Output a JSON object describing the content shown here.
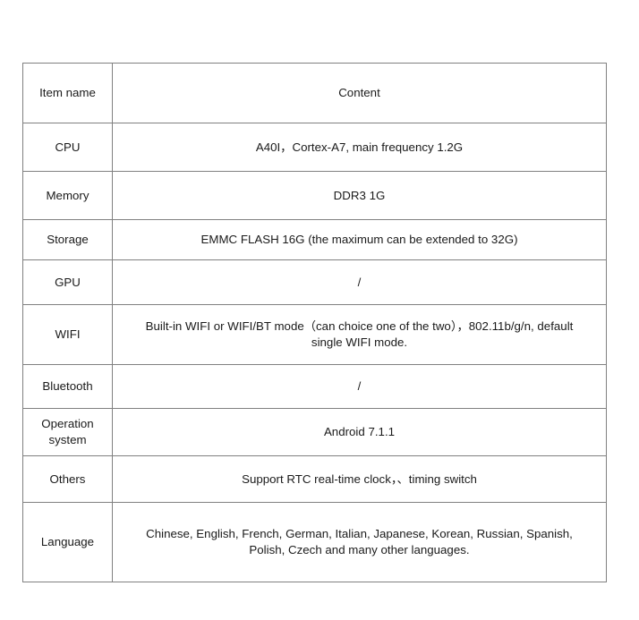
{
  "table": {
    "headers": {
      "item_name": "Item name",
      "content": "Content"
    },
    "rows": [
      {
        "item": "CPU",
        "content": "A40I，Cortex-A7, main frequency   1.2G"
      },
      {
        "item": "Memory",
        "content": "DDR3   1G"
      },
      {
        "item": "Storage",
        "content": "EMMC FLASH 16G (the maximum can be extended to 32G)"
      },
      {
        "item": "GPU",
        "content": "/"
      },
      {
        "item": "WIFI",
        "content_line1": "Built-in WIFI or WIFI/BT mode（can choice one of the two），802.11b/g/n, default",
        "content_line2": "single WIFI mode."
      },
      {
        "item": "Bluetooth",
        "content": "/"
      },
      {
        "item": "Operation system",
        "content": "Android 7.1.1"
      },
      {
        "item": "Others",
        "content": "Support RTC real-time clock，、timing switch"
      },
      {
        "item": "Language",
        "content_line1": "Chinese, English, French, German, Italian, Japanese, Korean, Russian, Spanish,",
        "content_line2": "Polish, Czech and many other languages."
      }
    ]
  },
  "colors": {
    "border": "#808080",
    "text": "#1a1a1a",
    "background": "#ffffff"
  }
}
